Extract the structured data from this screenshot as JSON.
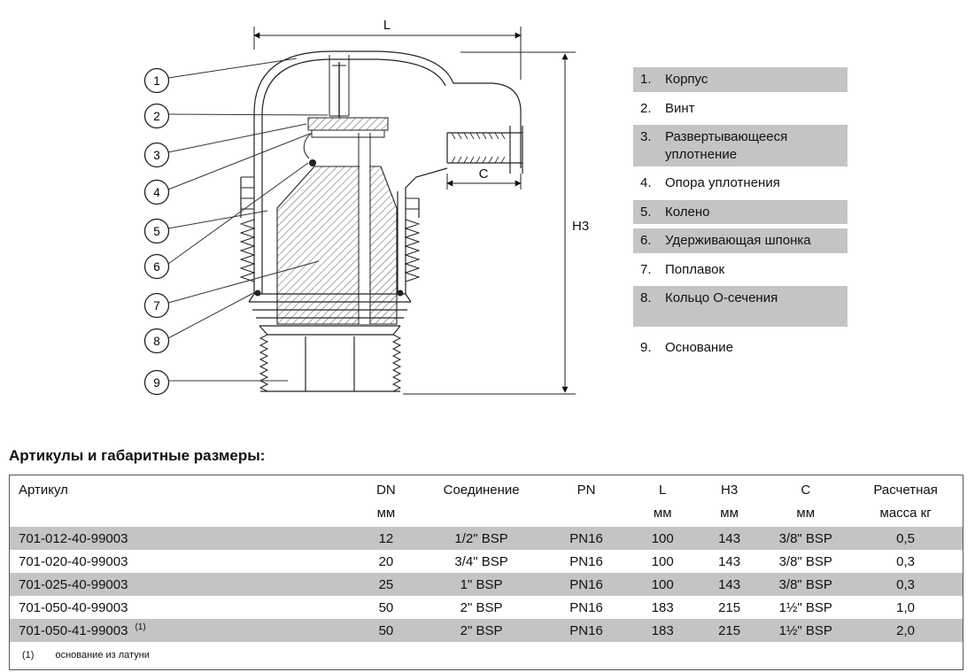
{
  "diagram": {
    "callouts": [
      "1",
      "2",
      "3",
      "4",
      "5",
      "6",
      "7",
      "8",
      "9"
    ],
    "dims": {
      "L": "L",
      "H3": "H3",
      "C": "C"
    }
  },
  "legend": {
    "items": [
      {
        "num": "1.",
        "label": "Корпус"
      },
      {
        "num": "2.",
        "label": "Винт"
      },
      {
        "num": "3.",
        "label": "Развертывающееся уплотнение"
      },
      {
        "num": "4.",
        "label": "Опора уплотнения"
      },
      {
        "num": "5.",
        "label": "Колено"
      },
      {
        "num": "6.",
        "label": "Удерживающая шпонка"
      },
      {
        "num": "7.",
        "label": "Поплавок"
      },
      {
        "num": "8.",
        "label": "Кольцо О-сечения"
      },
      {
        "num": "9.",
        "label": "Основание"
      }
    ]
  },
  "section_title": "Артикулы и габаритные размеры:",
  "table": {
    "headers": [
      "Артикул",
      "DN",
      "Соединение",
      "PN",
      "L",
      "H3",
      "C",
      "Расчетная"
    ],
    "units": [
      "",
      "мм",
      "",
      "",
      "мм",
      "мм",
      "мм",
      "масса кг"
    ],
    "rows": [
      [
        "701-012-40-99003",
        "12",
        "1/2\" BSP",
        "PN16",
        "100",
        "143",
        "3/8\" BSP",
        "0,5"
      ],
      [
        "701-020-40-99003",
        "20",
        "3/4\" BSP",
        "PN16",
        "100",
        "143",
        "3/8\" BSP",
        "0,3"
      ],
      [
        "701-025-40-99003",
        "25",
        "1\" BSP",
        "PN16",
        "100",
        "143",
        "3/8\" BSP",
        "0,3"
      ],
      [
        "701-050-40-99003",
        "50",
        "2\" BSP",
        "PN16",
        "183",
        "215",
        "1½\" BSP",
        "1,0"
      ],
      [
        "701-050-41-99003",
        "50",
        "2\" BSP",
        "PN16",
        "183",
        "215",
        "1½\" BSP",
        "2,0"
      ]
    ],
    "footnote_marker": "(1)",
    "footnote_text": "основание из латуни"
  },
  "colors": {
    "highlight": "#c4c4c4",
    "line": "#222222"
  }
}
